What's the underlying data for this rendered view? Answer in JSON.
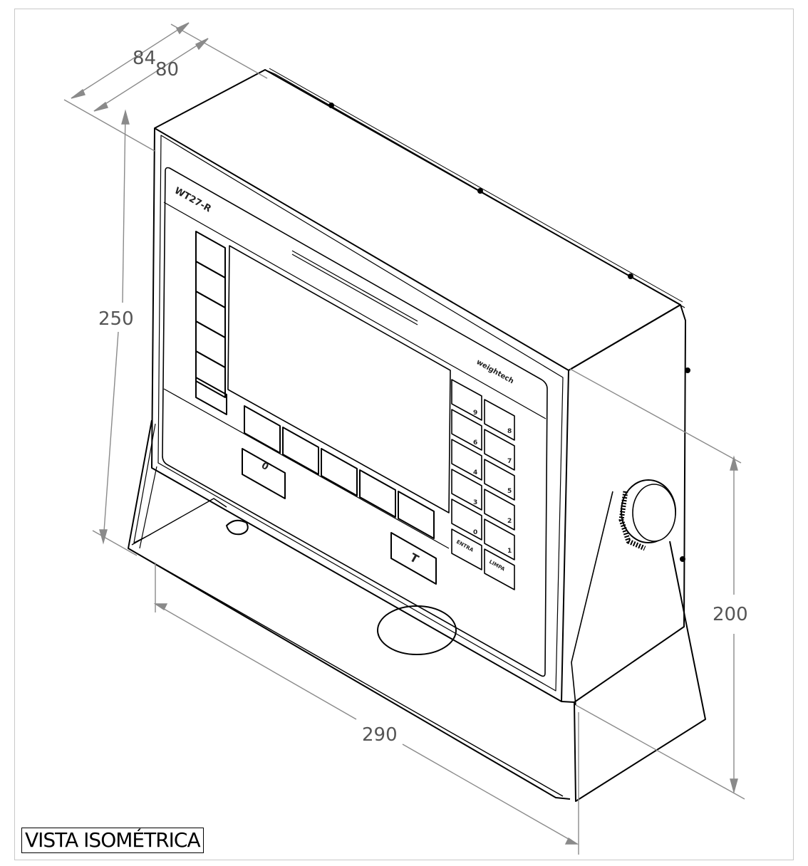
{
  "view_title": "VISTA ISOMÉTRICA",
  "device": {
    "model_label": "WT27-R",
    "brand_label": "weightech",
    "zero_key_label": "0",
    "tare_key_label": "T",
    "enter_key_label": "ENTRA",
    "clear_key_label": "LIMPA",
    "keypad_digits_left": [
      "9",
      "6",
      "4",
      "3",
      "0"
    ],
    "keypad_digits_right": [
      "8",
      "7",
      "5",
      "2",
      "1"
    ]
  },
  "dimensions": {
    "width": "290",
    "height": "250",
    "base_height": "200",
    "depth_outer": "84",
    "depth_inner": "80"
  },
  "colors": {
    "line": "#000000",
    "dimension_line": "#8a8a8a",
    "dimension_text": "#555555",
    "frame": "#c8c8c8"
  }
}
